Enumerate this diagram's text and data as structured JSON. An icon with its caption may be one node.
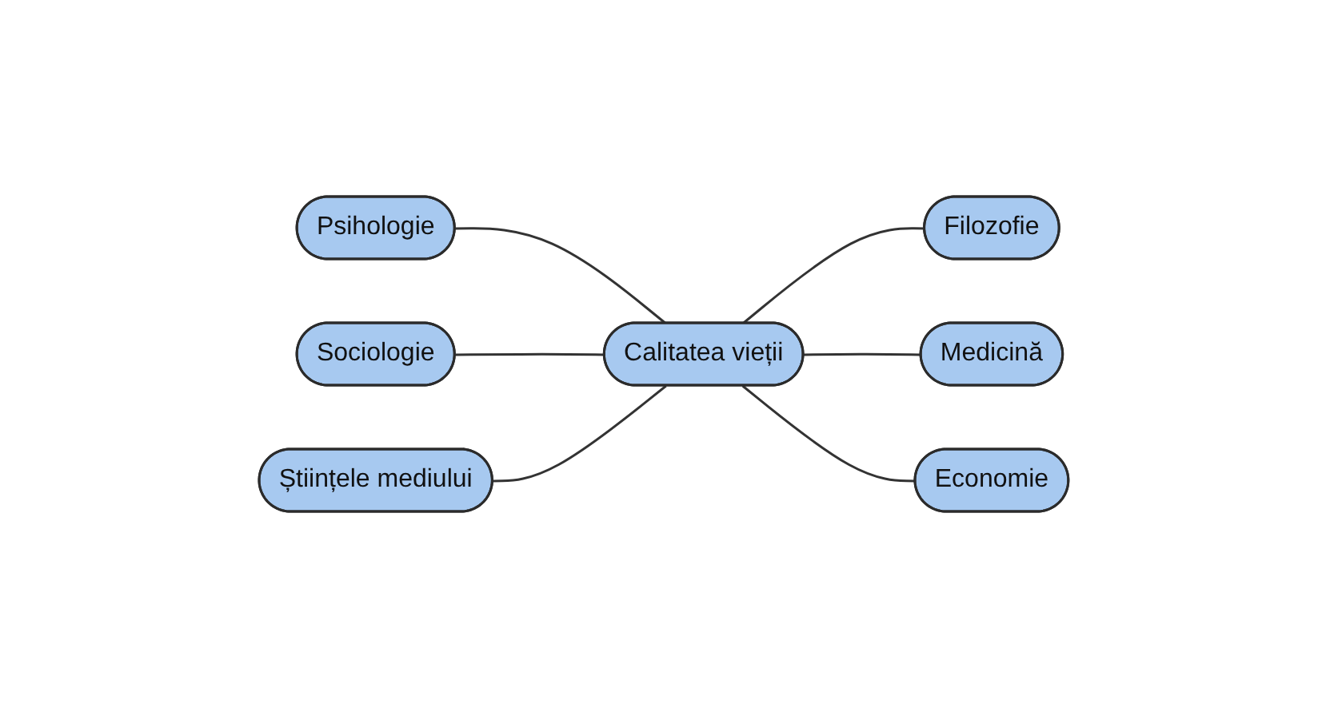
{
  "diagram": {
    "nodes": [
      {
        "text": [
          "Psihologie"
        ]
      },
      {
        "text": [
          "Filozofie"
        ]
      },
      {
        "text": [
          "Sociologie"
        ]
      },
      {
        "text": [
          "Calitatea vieții"
        ]
      },
      {
        "text": [
          "Medicină"
        ]
      },
      {
        "text": [
          "Științele mediului"
        ]
      },
      {
        "text": [
          "Economie"
        ]
      }
    ],
    "edges": [
      {
        "from": 0,
        "to": 3,
        "arrow": "none"
      },
      {
        "from": 2,
        "to": 3,
        "arrow": "none"
      },
      {
        "from": 5,
        "to": 3,
        "arrow": "none"
      },
      {
        "from": 3,
        "to": 1,
        "arrow": "none"
      },
      {
        "from": 3,
        "to": 4,
        "arrow": "none"
      },
      {
        "from": 3,
        "to": 6,
        "arrow": "none"
      }
    ]
  }
}
